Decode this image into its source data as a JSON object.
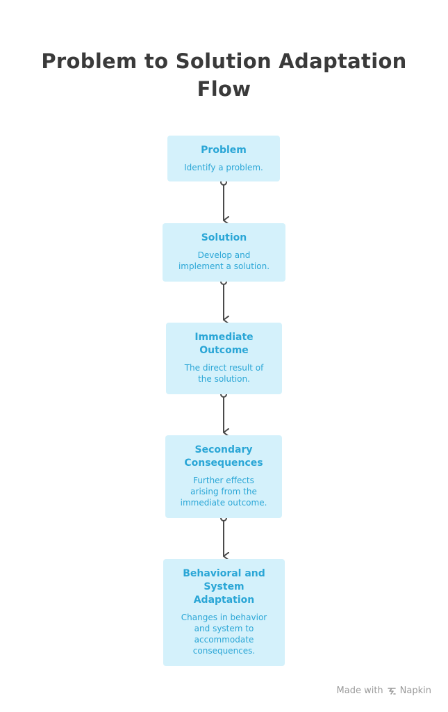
{
  "title": "Problem to Solution Adaptation\nFlow",
  "steps": [
    {
      "title": "Problem",
      "description": "Identify a problem."
    },
    {
      "title": "Solution",
      "description": "Develop and\nimplement a solution."
    },
    {
      "title": "Immediate\nOutcome",
      "description": "The direct result of\nthe solution."
    },
    {
      "title": "Secondary\nConsequences",
      "description": "Further effects\narising from the\nimmediate outcome."
    },
    {
      "title": "Behavioral and\nSystem\nAdaptation",
      "description": "Changes in behavior\nand system to\naccommodate\nconsequences."
    }
  ],
  "footer": {
    "made_with": "Made with",
    "brand": "Napkin"
  },
  "colors": {
    "box_fill": "#d4f1fb",
    "box_text": "#2aa6d6",
    "title_text": "#3a3a3a",
    "connector": "#4a4a4a",
    "footer_text": "#9a9a9a"
  }
}
